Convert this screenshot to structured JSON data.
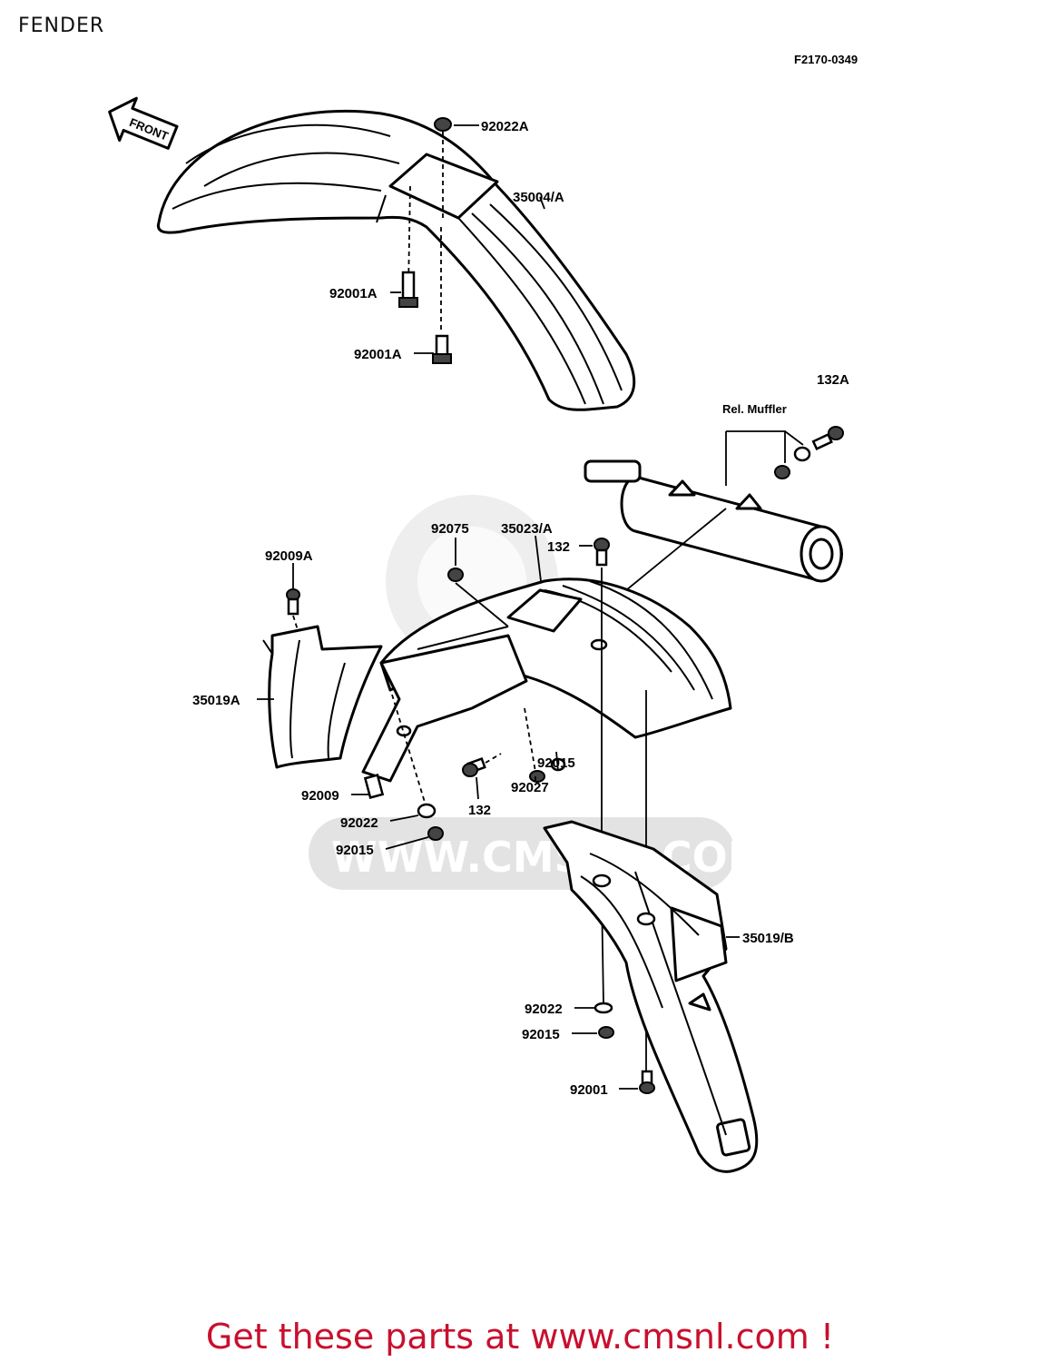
{
  "title": "FENDER",
  "diagram_code": "F2170-0349",
  "front_arrow_text": "FRONT",
  "labels": {
    "l_92022A": "92022A",
    "l_35004A": "35004/A",
    "l_92001A_1": "92001A",
    "l_92001A_2": "92001A",
    "l_132A": "132A",
    "l_rel_muffler": "Rel. Muffler",
    "l_92075": "92075",
    "l_35023A": "35023/A",
    "l_132_top": "132",
    "l_92009A": "92009A",
    "l_35019A": "35019A",
    "l_92015_mid": "92015",
    "l_92027": "92027",
    "l_132_mid": "132",
    "l_92009": "92009",
    "l_92022": "92022",
    "l_92015_left": "92015",
    "l_35019B": "35019/B",
    "l_92022_low": "92022",
    "l_92015_low": "92015",
    "l_92001": "92001"
  },
  "watermark": "WWW.CMSNL.COM",
  "footer": "Get these parts at www.cmsnl.com !"
}
